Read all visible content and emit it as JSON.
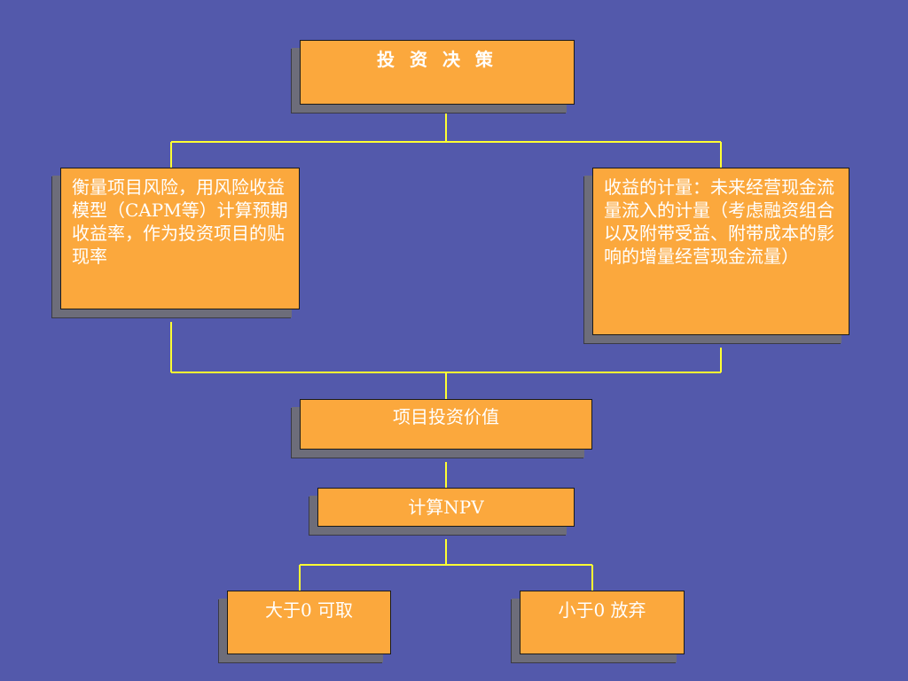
{
  "diagram": {
    "root": {
      "label": "投 资 决 策"
    },
    "risk": {
      "label": "衡量项目风险，用风险收益模型（CAPM等）计算预期收益率，作为投资项目的贴现率"
    },
    "income": {
      "label": "收益的计量：未来经营现金流量流入的计量（考虑融资组合以及附带受益、附带成本的影响的增量经营现金流量）"
    },
    "value": {
      "label": "项目投资价值"
    },
    "npv": {
      "label": "计算NPV"
    },
    "accept": {
      "label": "大于0 可取"
    },
    "reject": {
      "label": "小于0 放弃"
    }
  },
  "colors": {
    "background": "#5359ab",
    "box_fill": "#fba83d",
    "connector": "#ffff33",
    "shadow": "#6d6d7a"
  }
}
